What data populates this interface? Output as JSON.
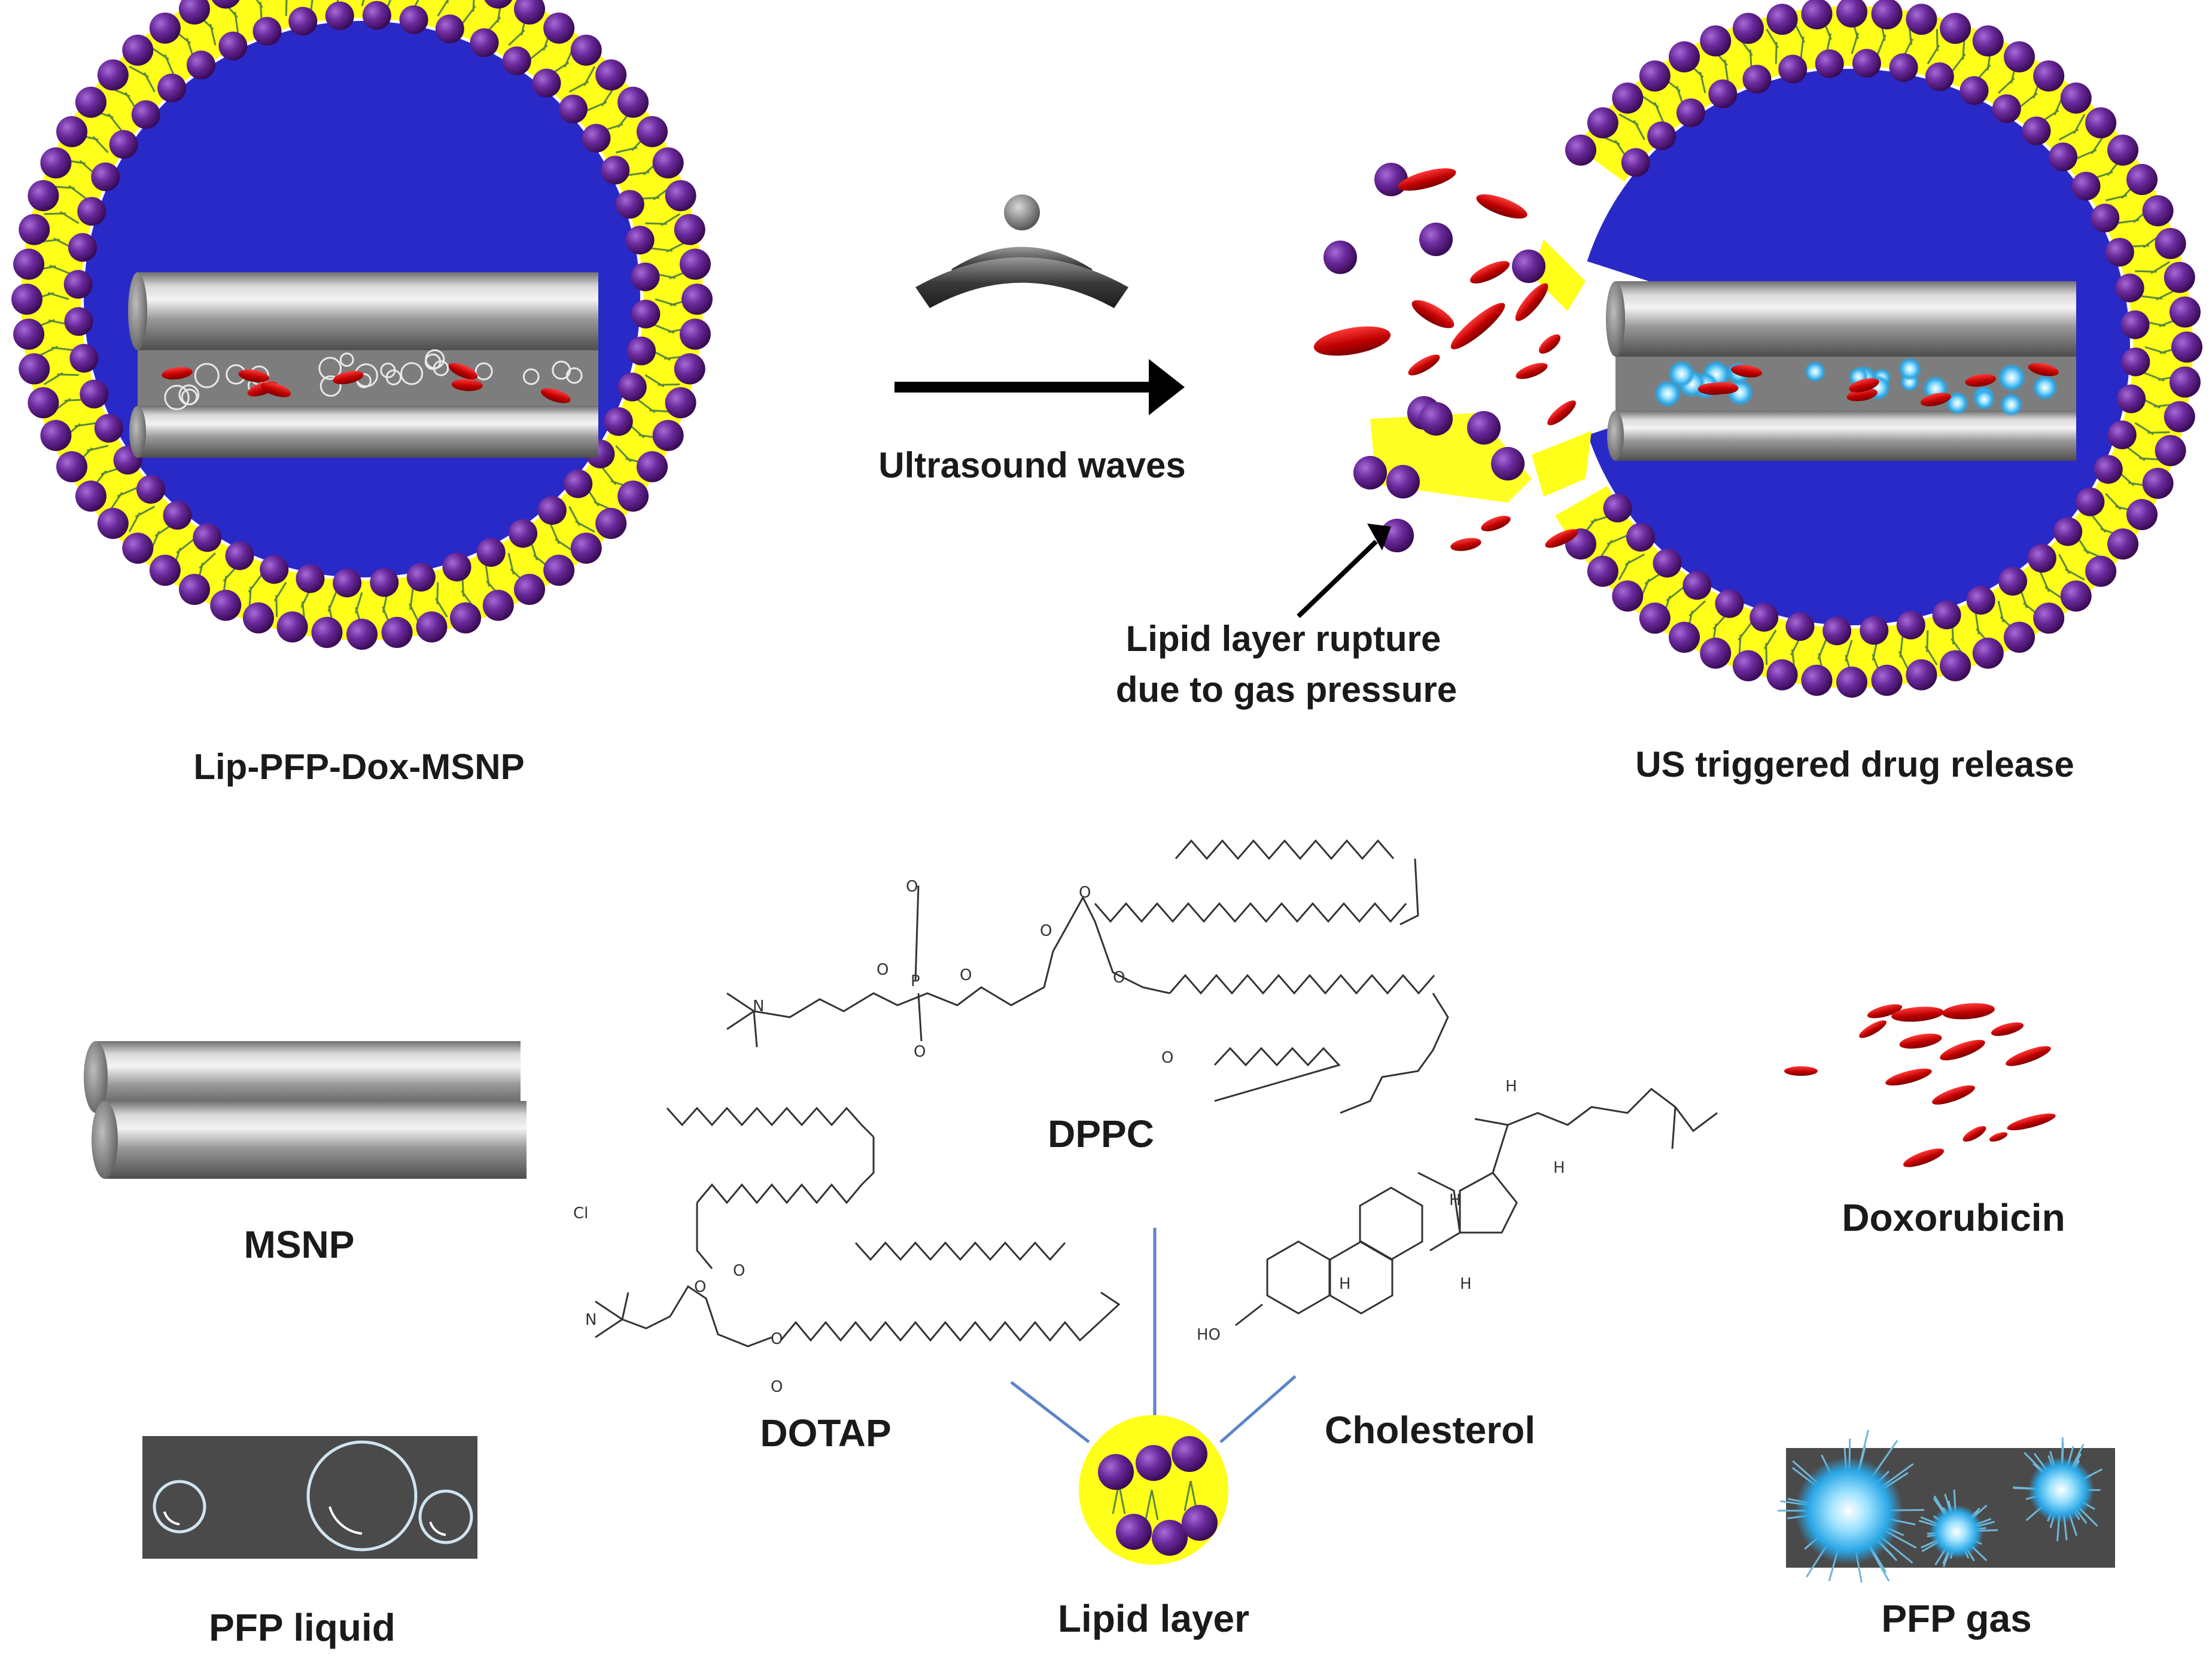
{
  "labels": {
    "lip_pfp_dox_msnp": "Lip-PFP-Dox-MSNP",
    "ultrasound_waves": "Ultrasound waves",
    "rupture_line1": "Lipid layer rupture",
    "rupture_line2": "due to gas pressure",
    "us_triggered": "US triggered drug release",
    "dppc": "DPPC",
    "msnp": "MSNP",
    "doxorubicin": "Doxorubicin",
    "dotap": "DOTAP",
    "cholesterol": "Cholesterol",
    "pfp_liquid": "PFP liquid",
    "lipid_layer": "Lipid layer",
    "pfp_gas": "PFP gas"
  },
  "atoms": {
    "o_minus": "O",
    "o": "O",
    "p": "P",
    "n_plus": "N",
    "cl": "Cl",
    "ho": "HO",
    "h": "H"
  },
  "colors": {
    "core_blue": "#2929c8",
    "lipid_yellow": "#ffff1a",
    "head_purple": "#5b1a86",
    "tail_green": "#5a8a3a",
    "dox_red": "#c00000",
    "pfp_gas_blue": "#6fd0ff",
    "panel_gray": "#4a4a4a",
    "connector_blue": "#5b85c8"
  },
  "icons": {
    "ultrasound": "ultrasound-wave-icon",
    "arrow": "right-arrow-icon"
  }
}
